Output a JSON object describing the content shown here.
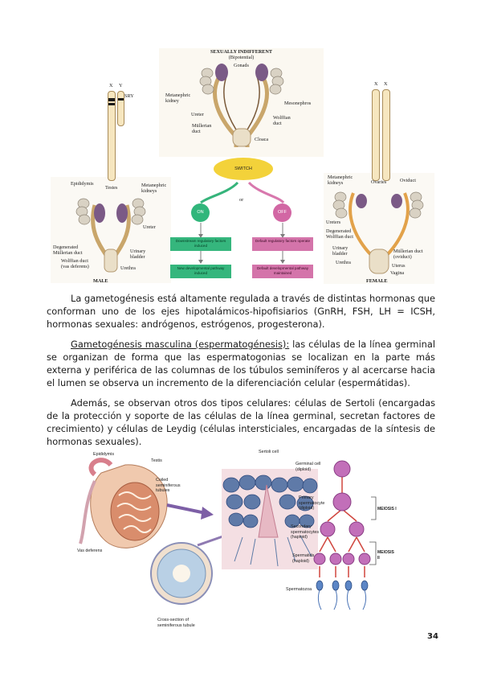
{
  "top_figure": {
    "title": "SEXUALLY INDIFFERENT",
    "subtitle": "(Bipotential)",
    "chromosomes_male": [
      "X",
      "Y"
    ],
    "sry": "SRY",
    "chromosomes_female": [
      "X",
      "X"
    ],
    "labels_center": {
      "gonads": "Gonads",
      "metanephric_kidney": "Metanephric kidney",
      "mesonephros": "Mesonephros",
      "ureter": "Ureter",
      "wolffian_duct": "Wolffian duct",
      "mullerian_duct": "Müllerian duct",
      "cloaca": "Cloaca"
    },
    "switch": "SWITCH",
    "or": "or",
    "on": "ON",
    "off": "OFF",
    "on_box1": "Downstream regulatory factors induced",
    "on_box2": "New developmental pathway induced",
    "off_box1": "Default regulatory factors operate",
    "off_box2": "Default developmental pathway maintained",
    "labels_male": {
      "epididymis": "Epididymis",
      "testes": "Testes",
      "metanephric_kidney": "Metanephric kidneys",
      "ureter": "Ureter",
      "degenerated_mullerian": "Degenerated Müllerian duct",
      "wolffian_duct": "Wolffian duct (vas deferens)",
      "urinary_bladder": "Urinary bladder",
      "urethra": "Urethra",
      "caption": "MALE"
    },
    "labels_female": {
      "metanephric_kidney": "Metanephric kidneys",
      "ovaries": "Ovaries",
      "oviduct": "Oviduct",
      "ureters": "Ureters",
      "degenerated_wolffian": "Degenerated Wolffian duct",
      "urinary_bladder": "Urinary bladder",
      "urethra": "Urethra",
      "mullerian_duct": "Müllerian duct (oviduct)",
      "uterus": "Uterus",
      "vagina": "Vagina",
      "caption": "FEMALE"
    }
  },
  "paragraphs": {
    "p1": "La gametogénesis está altamente regulada a través de distintas hormonas que conforman uno de los ejes hipotalámicos-hipofisiarios (GnRH, FSH, LH = ICSH, hormonas sexuales: andrógenos, estrógenos, progesterona).",
    "p2_heading": "Gametogénesis masculina (espermatogénesis):",
    "p2_body": " las células de la línea germinal se organizan de forma que las espermatogonias se localizan en la parte más externa y periférica de las columnas de los túbulos seminíferos y al acercarse hacia el lumen se observa un incremento de la diferenciación celular (espermátidas).",
    "p3": "Además, se observan otros dos tipos celulares: células de Sertoli (encargadas de la protección y soporte de las células de la línea germinal, secretan factores de crecimiento) y células de Leydig (células intersticiales, encargadas de la síntesis de hormonas sexuales)."
  },
  "bottom_figure": {
    "epididymis": "Epididymis",
    "testis": "Testis",
    "coiled_tubules": "Coiled seminiferous tubules",
    "vas_deferens": "Vas deferens",
    "cross_section": "Cross-section of seminiferous tubule",
    "sertoli_cell": "Sertoli cell",
    "germinal_cell": "Germinal cell (diploid)",
    "primary_spermatocyte": "Primary spermatocyte (diploid)",
    "meiosis_1": "MEIOSIS I",
    "secondary_spermatocytes": "Secondary spermatocytes (haploid)",
    "meiosis_2": "MEIOSIS II",
    "spermatids": "Spermatids (haploid)",
    "spermatozoa": "Spermatozoa"
  },
  "page_number": "34"
}
